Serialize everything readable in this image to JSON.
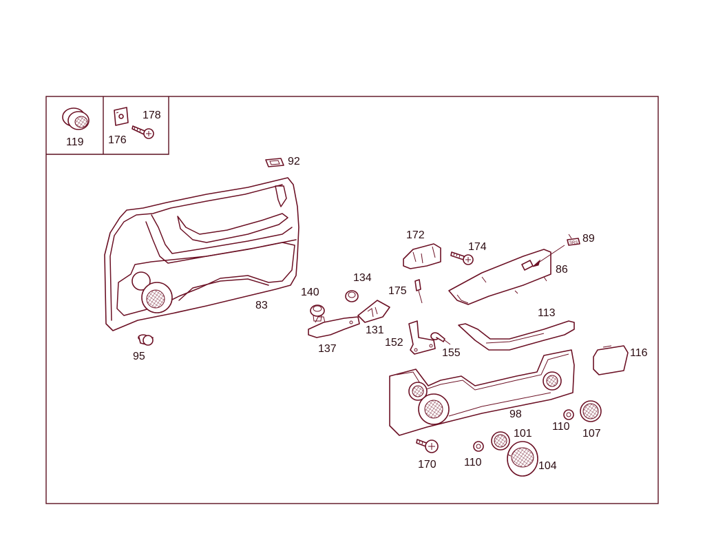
{
  "colors": {
    "line": "#6b1024",
    "text": "#2a0a10",
    "background": "#ffffff"
  },
  "inset_labels": {
    "p119": "119",
    "p176": "176",
    "p178": "178"
  },
  "labels": {
    "p92": "92",
    "p83": "83",
    "p95": "95",
    "p140": "140",
    "p134": "134",
    "p137": "137",
    "p131": "131",
    "p175": "175",
    "p172": "172",
    "p174": "174",
    "p89": "89",
    "p86": "86",
    "p113": "113",
    "p152": "152",
    "p155": "155",
    "p116": "116",
    "p98": "98",
    "p110a": "110",
    "p107": "107",
    "p101": "101",
    "p170": "170",
    "p110b": "110",
    "p104": "104"
  },
  "srs_badge": "SRS"
}
